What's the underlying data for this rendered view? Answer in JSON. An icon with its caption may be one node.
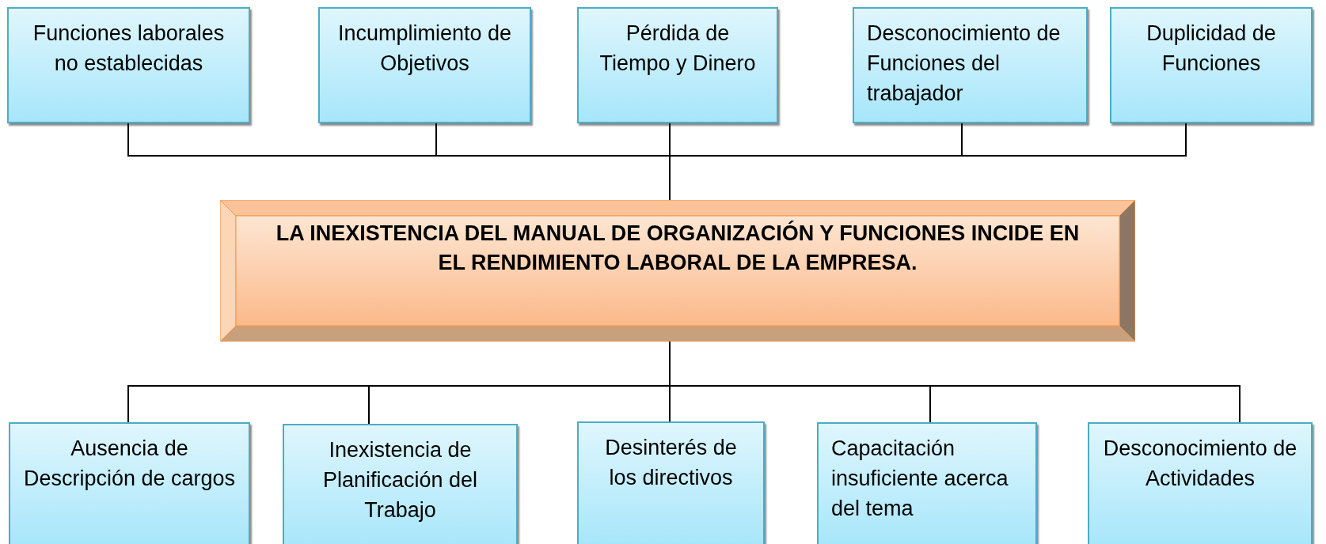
{
  "diagram": {
    "nodes": [
      {
        "text": [
          "Funciones laborales no establecidas"
        ]
      },
      {
        "text": [
          "Incumplimiento de Objetivos"
        ]
      },
      {
        "text": [
          "Pérdida de Tiempo y Dinero"
        ]
      },
      {
        "text": [
          "Desconocimiento de Funciones del trabajador"
        ]
      },
      {
        "text": [
          "Duplicidad de Funciones"
        ]
      },
      {
        "text": [
          "LA INEXISTENCIA DEL MANUAL DE ORGANIZACIÓN Y FUNCIONES INCIDE EN EL RENDIMIENTO LABORAL DE LA EMPRESA."
        ]
      },
      {
        "text": [
          "Ausencia de Descripción de cargos"
        ]
      },
      {
        "text": [
          "Inexistencia de Planificación del Trabajo"
        ]
      },
      {
        "text": [
          "Desinterés de los directivos"
        ]
      },
      {
        "text": [
          "Capacitación insuficiente acerca del tema"
        ]
      },
      {
        "text": [
          "Desconocimiento de Actividades"
        ]
      }
    ],
    "edges": [
      {
        "from": 0,
        "to": 5,
        "arrow": "none"
      },
      {
        "from": 1,
        "to": 5,
        "arrow": "none"
      },
      {
        "from": 2,
        "to": 5,
        "arrow": "none"
      },
      {
        "from": 3,
        "to": 5,
        "arrow": "none"
      },
      {
        "from": 4,
        "to": 5,
        "arrow": "none"
      },
      {
        "from": 5,
        "to": 6,
        "arrow": "none"
      },
      {
        "from": 5,
        "to": 7,
        "arrow": "none"
      },
      {
        "from": 5,
        "to": 8,
        "arrow": "none"
      },
      {
        "from": 5,
        "to": 9,
        "arrow": "none"
      },
      {
        "from": 5,
        "to": 10,
        "arrow": "none"
      }
    ]
  }
}
